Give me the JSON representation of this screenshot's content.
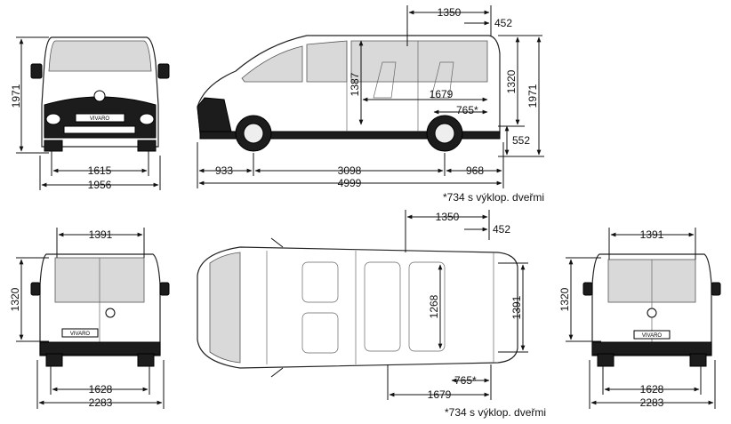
{
  "front_view": {
    "height": "1971",
    "track": "1615",
    "width": "1956",
    "badge": "VIVARO"
  },
  "side_view": {
    "cargo_door_offset": "1350",
    "sliding_door_width": "452",
    "interior_height": "1387",
    "cargo_length": "1679",
    "door_footnote_value": "765*",
    "cargo_height": "1320",
    "overall_height": "1971",
    "sill_height": "552",
    "front_overhang": "933",
    "wheelbase": "3098",
    "rear_overhang": "968",
    "overall_length": "4999"
  },
  "note_top": "*734 s výklop. dveřmi",
  "rear_open_view": {
    "door_width": "1391",
    "door_height": "1320",
    "track": "1628",
    "width_mirrors": "2283",
    "badge": "VIVARO"
  },
  "top_view": {
    "cargo_door_offset": "1350",
    "sliding_door_width": "452",
    "width_between_arches": "1268",
    "interior_width": "1391",
    "cargo_length": "1679",
    "door_footnote_value": "765*"
  },
  "rear_closed_view": {
    "door_width": "1391",
    "door_height": "1320",
    "track": "1628",
    "width_mirrors": "2283",
    "badge": "VIVARO"
  },
  "note_bottom": "*734 s výklop. dveřmi"
}
